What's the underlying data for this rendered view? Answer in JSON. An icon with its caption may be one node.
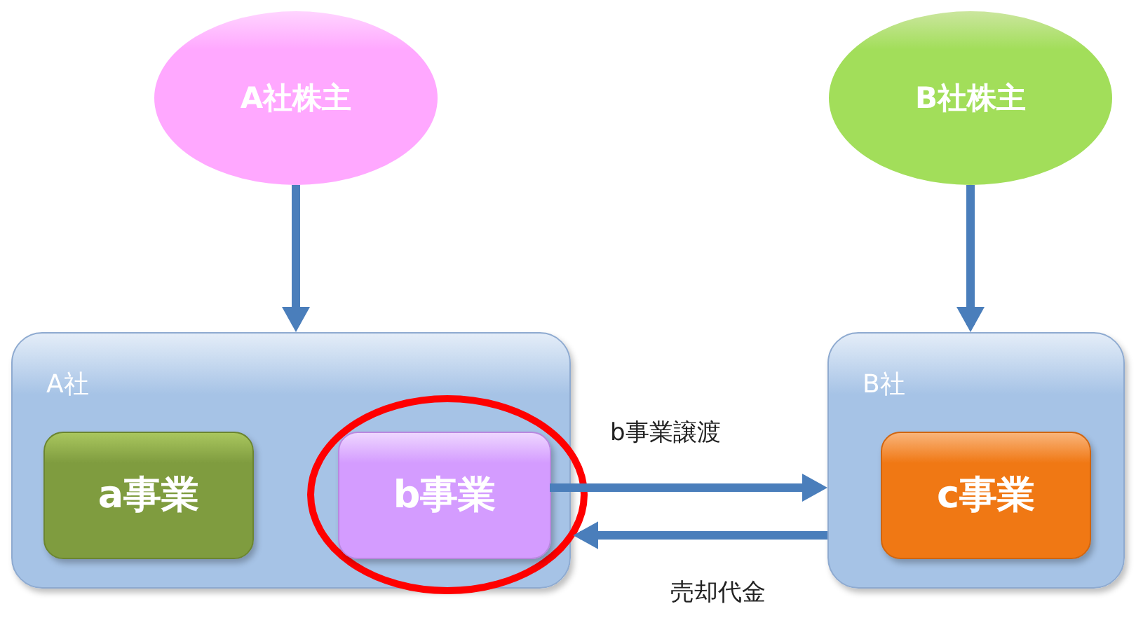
{
  "diagram": {
    "nodes": [
      {
        "text": [
          "A社株主"
        ]
      },
      {
        "text": [
          "B社株主"
        ]
      },
      {
        "text": [
          "A社"
        ]
      },
      {
        "text": [
          "a事業"
        ],
        "in": 2
      },
      {
        "text": [],
        "shape": "circle",
        "in": 2
      },
      {
        "text": [
          "b事業"
        ],
        "in": 4
      },
      {
        "text": [
          "B社"
        ]
      },
      {
        "text": [
          "c事業"
        ],
        "in": 6
      }
    ],
    "edges": [
      {
        "from": 0,
        "to": 2,
        "arrow": "to"
      },
      {
        "from": 1,
        "to": 6,
        "arrow": "to"
      },
      {
        "from": 5,
        "to": 6,
        "arrow": "to",
        "label": "b事業譲渡"
      },
      {
        "from": 6,
        "to": 4,
        "arrow": "to",
        "label": "売却代金"
      }
    ]
  }
}
